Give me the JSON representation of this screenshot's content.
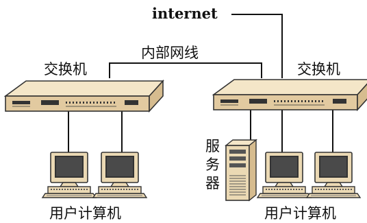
{
  "labels": {
    "internet": "internet",
    "internal_network": "内部网线",
    "switch_left": "交换机",
    "switch_right": "交换机",
    "server": "服务器",
    "users_left": "用户计算机",
    "users_right": "用户计算机"
  },
  "colors": {
    "switch_top": "#f4e6c8",
    "switch_front": "#e2caa0",
    "switch_outline": "#333333",
    "screen": "#333333",
    "monitor_body": "#ebd9b4",
    "server_body": "#ebd9b4",
    "line": "#111111"
  },
  "icons": {
    "switch": "network-switch-icon",
    "computer": "desktop-computer-icon",
    "server": "server-tower-icon"
  }
}
